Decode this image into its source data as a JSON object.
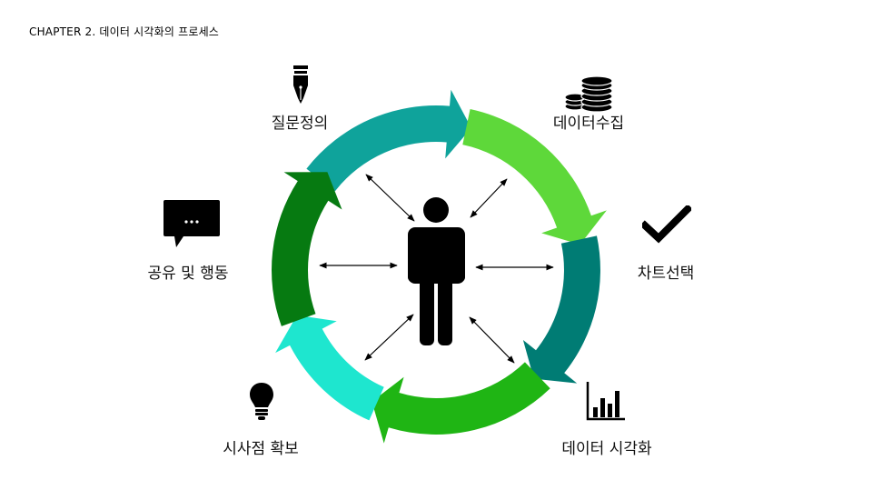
{
  "title": "CHAPTER 2. 데이터 시각화의 프로세스",
  "steps": [
    {
      "label": "질문정의",
      "icon": "fountain-pen-icon"
    },
    {
      "label": "데이터수집",
      "icon": "coin-stack-icon"
    },
    {
      "label": "차트선택",
      "icon": "checkmark-icon"
    },
    {
      "label": "데이터 시각화",
      "icon": "bar-chart-icon"
    },
    {
      "label": "시사점 확보",
      "icon": "lightbulb-icon"
    },
    {
      "label": "공유 및 행동",
      "icon": "speech-bubble-icon"
    }
  ],
  "center": {
    "icon": "person-icon"
  },
  "colors": {
    "teal": "#0fa39b",
    "light_green": "#5ed83a",
    "dark_teal": "#007c74",
    "green": "#1fb514",
    "aqua": "#1ee6cf",
    "dark_green": "#067a11"
  }
}
